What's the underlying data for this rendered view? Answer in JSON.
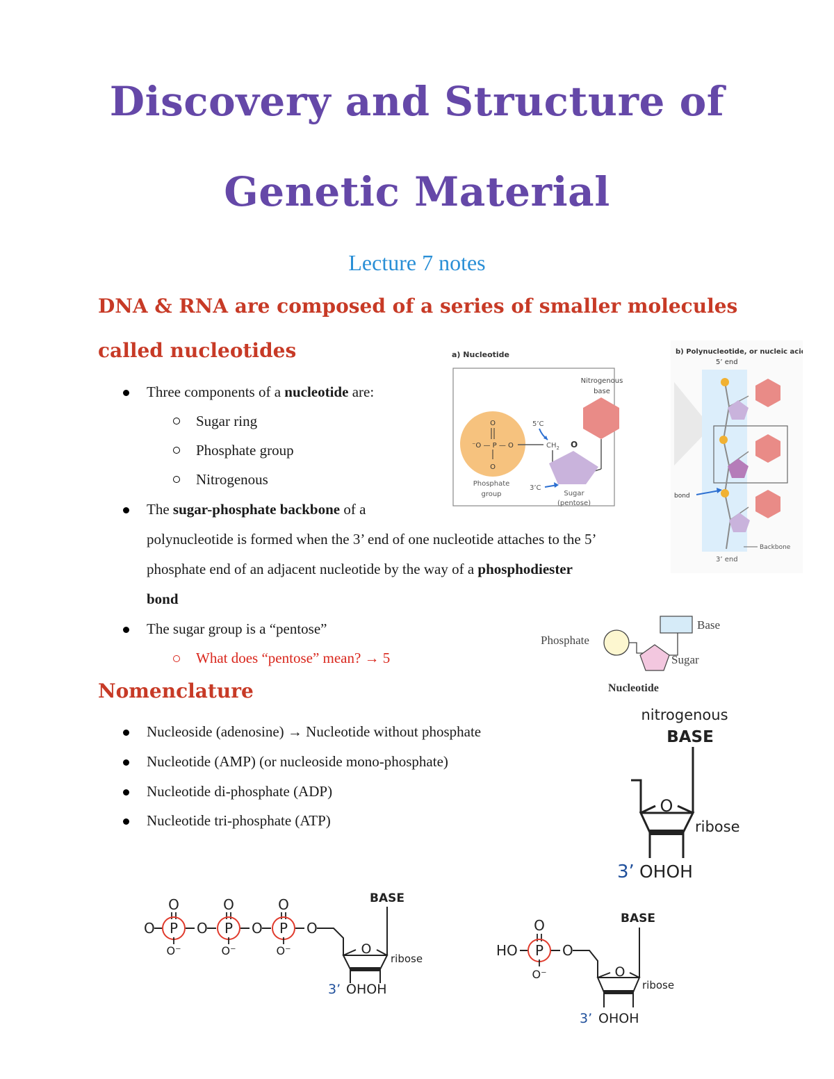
{
  "title_line1": "Discovery and Structure of",
  "title_line2": "Genetic Material",
  "subtitle": "Lecture 7 notes",
  "section1": {
    "heading_line1": "DNA & RNA are composed of a series of smaller molecules",
    "heading_line2": "called nucleotides",
    "b1": {
      "pre": "Three components of a ",
      "bold": "nucleotide",
      "post": " are:"
    },
    "sub1": "Sugar ring",
    "sub2": "Phosphate group",
    "sub3": "Nitrogenous",
    "b2": {
      "pre": "The ",
      "bold": "sugar-phosphate backbone",
      "post": " of a"
    },
    "b2_line2": "polynucleotide is formed when the 3’ end of one nucleotide attaches to the 5’",
    "b2_line3_pre": "phosphate end of an adjacent nucleotide by the way of a ",
    "b2_line3_bold": "phosphodiester",
    "b2_line4_bold": "bond",
    "b3": "The sugar group is a “pentose”",
    "sub4": "What does “pentose” mean? → 5"
  },
  "section2": {
    "heading": "Nomenclature",
    "items": [
      "Nucleoside (adenosine) → Nucleotide without phosphate",
      "Nucleotide (AMP) (or nucleoside mono-phosphate)",
      "Nucleotide di-phosphate (ADP)",
      "Nucleotide tri-phosphate (ATP)"
    ]
  },
  "fig_a": {
    "label": "a) Nucleotide",
    "nitro_line1": "Nitrogenous",
    "nitro_line2": "base",
    "c5": "5’C",
    "c3": "3’C",
    "ch2": "CH",
    "ch2_sub": "2",
    "o_ring": "O",
    "phos_o_top": "O",
    "phos_o_bottom": "O",
    "phos_center": "⁻O — P — O",
    "phos_line1": "Phosphate",
    "phos_line2": "group",
    "sugar_line1": "Sugar",
    "sugar_line2": "(pentose)"
  },
  "fig_b": {
    "label": "b) Polynucleotide, or nucleic acid",
    "five_end": "5’ end",
    "three_end": "3’ end",
    "bond": "bond",
    "backbone": "Backbone"
  },
  "fig_simple": {
    "phosphate": "Phosphate",
    "base": "Base",
    "sugar": "Sugar",
    "caption": "Nucleotide"
  },
  "fig_ribose": {
    "nitro": "nitrogenous",
    "base": "BASE",
    "o": "O",
    "ribose": "ribose",
    "three": "3’",
    "ohoh": "OHOH"
  },
  "fig_atp": {
    "o": "O",
    "om": "O⁻",
    "p": "P",
    "base": "BASE",
    "ribose": "ribose",
    "three": "3’",
    "ohoh": "OHOH"
  },
  "fig_amp": {
    "ho": "HO",
    "o": "O",
    "om": "O⁻",
    "p": "P",
    "base": "BASE",
    "ribose": "ribose",
    "three": "3’",
    "ohoh": "OHOH"
  },
  "colors": {
    "title": "#6548a8",
    "subtitle": "#2a8fd6",
    "heading_red": "#c73a26",
    "phosphate_orange": "#f6c27e",
    "base_pink": "#e98b87",
    "sugar_lavender": "#c9b3dc",
    "backbone_blue": "#dceefb",
    "circle_red": "#e03a2c",
    "label_blue": "#1f4f9b"
  }
}
